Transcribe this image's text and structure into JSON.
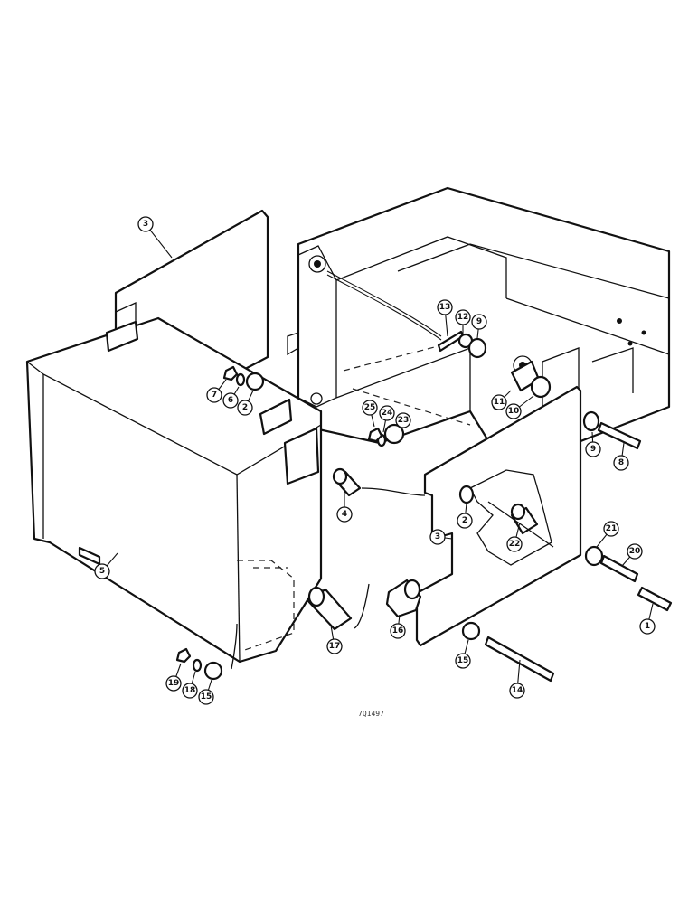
{
  "figure_ref": "7Q1497",
  "callouts": [
    {
      "id": "c3-top",
      "label": "3"
    },
    {
      "id": "c13",
      "label": "13"
    },
    {
      "id": "c12",
      "label": "12"
    },
    {
      "id": "c9-top",
      "label": "9"
    },
    {
      "id": "c7",
      "label": "7"
    },
    {
      "id": "c6",
      "label": "6"
    },
    {
      "id": "c2-left",
      "label": "2"
    },
    {
      "id": "c11",
      "label": "11"
    },
    {
      "id": "c10",
      "label": "10"
    },
    {
      "id": "c25",
      "label": "25"
    },
    {
      "id": "c24",
      "label": "24"
    },
    {
      "id": "c23",
      "label": "23"
    },
    {
      "id": "c9-right",
      "label": "9"
    },
    {
      "id": "c8",
      "label": "8"
    },
    {
      "id": "c4",
      "label": "4"
    },
    {
      "id": "c3-right",
      "label": "3"
    },
    {
      "id": "c2-right",
      "label": "2"
    },
    {
      "id": "c22",
      "label": "22"
    },
    {
      "id": "c21",
      "label": "21"
    },
    {
      "id": "c20",
      "label": "20"
    },
    {
      "id": "c5",
      "label": "5"
    },
    {
      "id": "c1",
      "label": "1"
    },
    {
      "id": "c16",
      "label": "16"
    },
    {
      "id": "c17",
      "label": "17"
    },
    {
      "id": "c15-right",
      "label": "15"
    },
    {
      "id": "c14",
      "label": "14"
    },
    {
      "id": "c19",
      "label": "19"
    },
    {
      "id": "c18",
      "label": "18"
    },
    {
      "id": "c15-left",
      "label": "15"
    }
  ]
}
